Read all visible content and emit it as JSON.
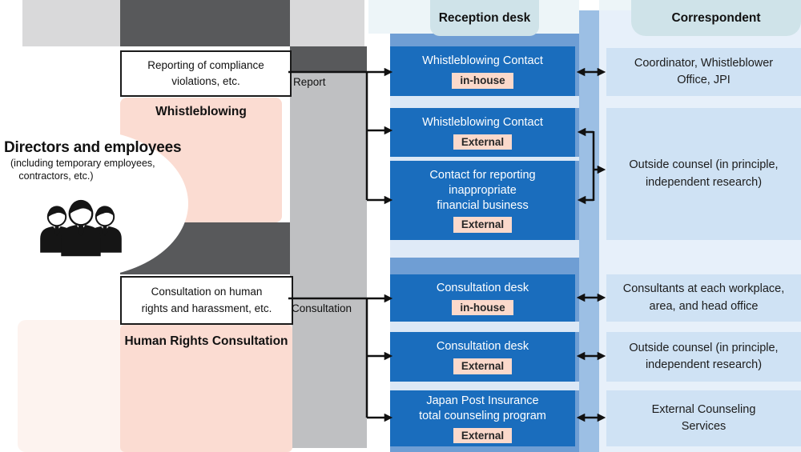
{
  "headers": {
    "reception": "Reception desk",
    "correspondent": "Correspondent"
  },
  "source": {
    "title": "Directors and employees",
    "subtitle": "(including temporary employees,\n   contractors, etc.)"
  },
  "whistleblowing": {
    "section_label": "Whistleblowing",
    "request_box": "Reporting of compliance\nviolations, etc.",
    "arrow_label": "Report"
  },
  "human_rights": {
    "section_label": "Human Rights Consultation",
    "request_box": "Consultation on human\nrights and harassment, etc.",
    "arrow_label": "Consultation"
  },
  "desks": [
    {
      "name": "Whistleblowing Contact",
      "tag": "in-house"
    },
    {
      "name": "Whistleblowing Contact",
      "tag": "External"
    },
    {
      "name": "Contact for reporting\ninappropriate\nfinancial business",
      "tag": "External"
    },
    {
      "name": "Consultation desk",
      "tag": "in-house"
    },
    {
      "name": "Consultation desk",
      "tag": "External"
    },
    {
      "name": "Japan Post Insurance\ntotal counseling program",
      "tag": "External"
    }
  ],
  "correspondents": [
    {
      "name": "Coordinator, Whistleblower\nOffice, JPI"
    },
    {
      "name": "Outside counsel (in principle,\nindependent research)"
    },
    {
      "name": "Consultants at each workplace,\narea, and head office"
    },
    {
      "name": "Outside counsel (in principle,\nindependent research)"
    },
    {
      "name": "External Counseling\nServices"
    }
  ],
  "colors": {
    "desk_box_blue": "#1a6dbd",
    "reception_band": "#6f9ed4",
    "reception_strip": "#9cbfe4",
    "correspondent_row": "#cfe2f4",
    "correspondent_column": "#e7f0fa",
    "header_teal": "#cfe3e9",
    "tag_pink": "#fbd9cb",
    "section_panel_pink": "#fbdcd2",
    "arrow_black": "#111111"
  }
}
